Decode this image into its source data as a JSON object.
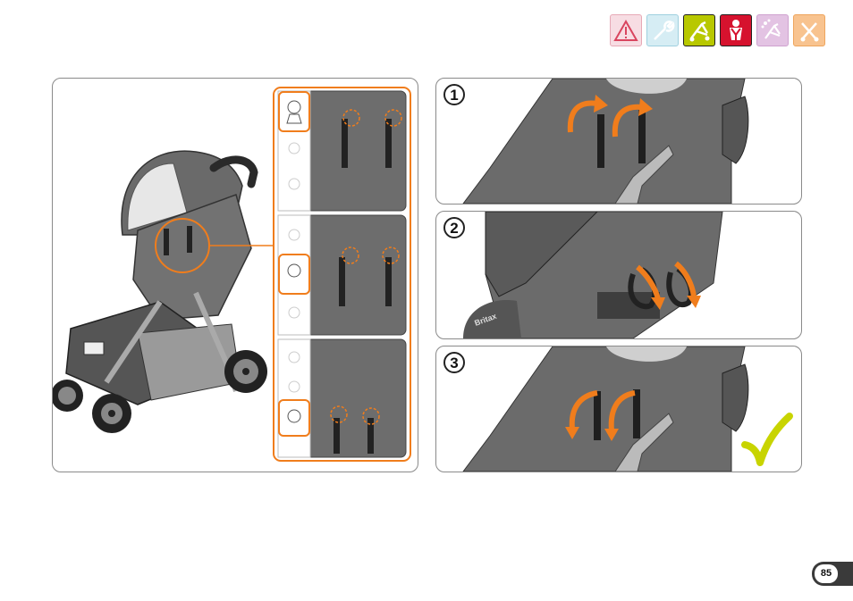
{
  "steps": [
    {
      "number": "1"
    },
    {
      "number": "2"
    },
    {
      "number": "3"
    }
  ],
  "brand_label": "Britax",
  "page_number": "85",
  "colors": {
    "accent_orange": "#f07d1c",
    "check_green": "#c8d400",
    "fabric_gray": "#6b6b6b",
    "panel_border": "#8a8a8a"
  },
  "section_icons": [
    "warning-icon",
    "maintenance-icon",
    "stroller-icon",
    "harness-icon",
    "cleaning-icon",
    "fold-icon"
  ]
}
